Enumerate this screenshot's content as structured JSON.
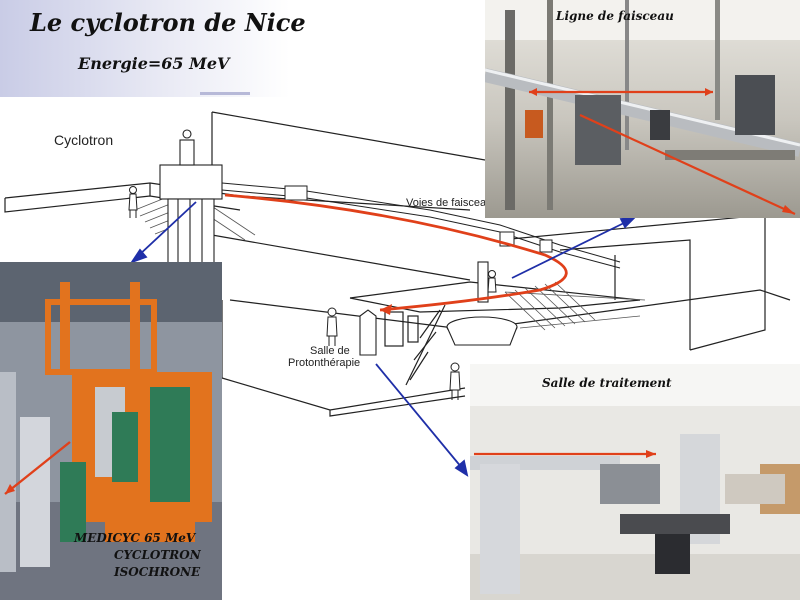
{
  "title": "Le cyclotron de Nice",
  "subtitle": "Energie=65 MeV",
  "diagram": {
    "label_cyclotron": "Cyclotron",
    "label_beam_lines": "Voies de faisceau",
    "label_room_line1": "Salle de",
    "label_room_line2": "Protonthérapie"
  },
  "photos": {
    "beam_line": {
      "caption": "Ligne de faisceau"
    },
    "treatment_room": {
      "caption": "Salle de traitement"
    },
    "cyclotron": {
      "caption_line1": "MEDICYC 65 MeV",
      "caption_line2": "CYCLOTRON",
      "caption_line3": "ISOCHRONE"
    }
  },
  "colors": {
    "beam_path": "#e0401a",
    "pointer_arrows": "#1f2fa8",
    "machine_orange": "#e2731e"
  }
}
